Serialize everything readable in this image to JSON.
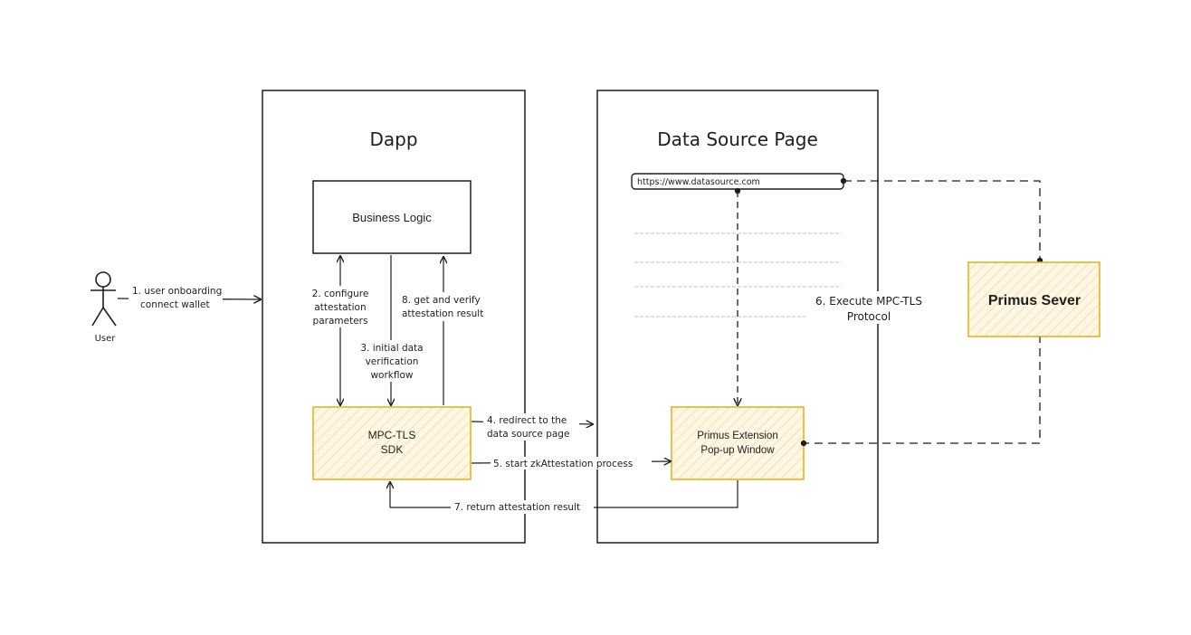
{
  "actor": {
    "label": "User"
  },
  "containers": {
    "dapp": {
      "title": "Dapp"
    },
    "datasource": {
      "title": "Data Source Page"
    }
  },
  "boxes": {
    "business_logic": "Business Logic",
    "sdk": {
      "line1": "MPC-TLS",
      "line2": "SDK"
    },
    "extension": {
      "line1": "Primus Extension",
      "line2": "Pop-up Window"
    },
    "server": "Primus Sever"
  },
  "url_bar": {
    "text": "https://www.datasource.com"
  },
  "steps": {
    "s1": {
      "line1": "1. user onboarding",
      "line2": "connect wallet"
    },
    "s2": {
      "line1": "2. configure",
      "line2": "attestation",
      "line3": "parameters"
    },
    "s3": {
      "line1": "3. initial data",
      "line2": "verification",
      "line3": "workflow"
    },
    "s4": {
      "line1": "4. redirect to the",
      "line2": "data source page"
    },
    "s5": "5. start zkAttestation process",
    "s6": {
      "line1": "6. Execute MPC-TLS",
      "line2": "Protocol"
    },
    "s7": "7. return attestation result",
    "s8": {
      "line1": "8. get and verify",
      "line2": "attestation result"
    }
  },
  "colors": {
    "ink": "#1e1e1e",
    "highlight_stroke": "#e6b422",
    "highlight_fill": "#fff4dc",
    "placeholder_line": "#cfcfcf"
  }
}
